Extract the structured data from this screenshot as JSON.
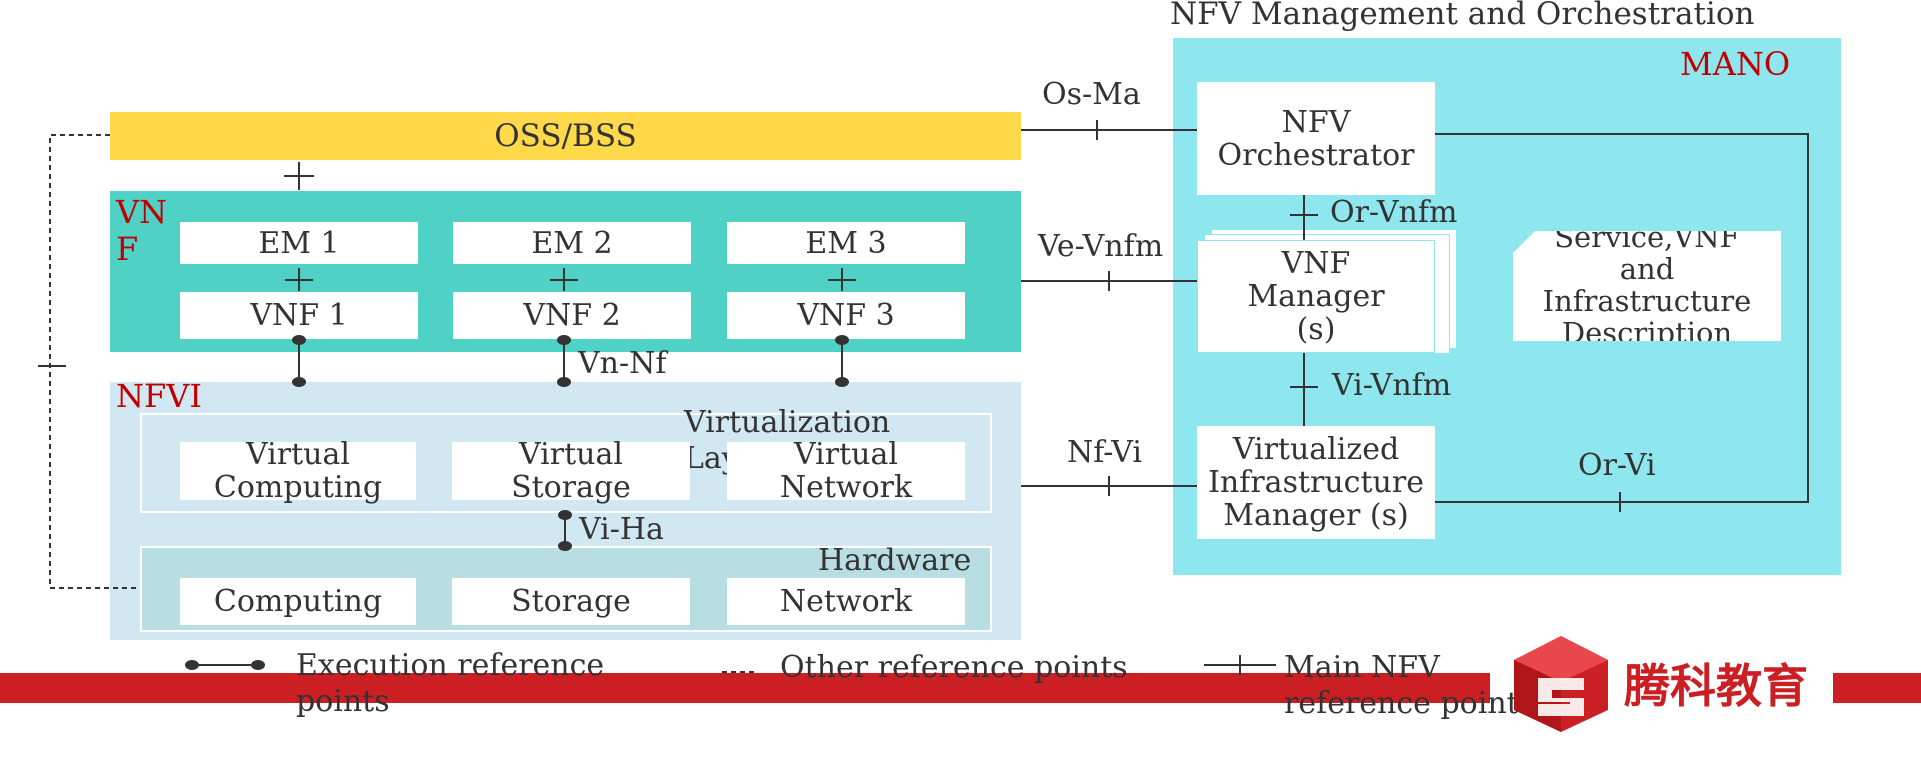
{
  "title": "NFV Management and Orchestration",
  "mano": {
    "label": "MANO",
    "nfvo": "NFV Orchestrator",
    "vnfm": "VNF Manager (s)",
    "vim": "Virtualized Infrastructure Manager (s)",
    "desc": "Service,VNF and Infrastructure Description"
  },
  "oss": {
    "label": "OSS/BSS"
  },
  "vnf": {
    "label": "VNF",
    "em": [
      "EM 1",
      "EM 2",
      "EM 3"
    ],
    "vnfs": [
      "VNF 1",
      "VNF 2",
      "VNF 3"
    ]
  },
  "nfvi": {
    "label": "NFVI",
    "virt_layer": "Virtualization Layer",
    "virtual": [
      "Virtual Computing",
      "Virtual Storage",
      "Virtual Network"
    ],
    "hardware_label": "Hardware",
    "hardware": [
      "Computing",
      "Storage",
      "Network"
    ]
  },
  "refs": {
    "os_ma": "Os-Ma",
    "ve_vnfm": "Ve-Vnfm",
    "nf_vi": "Nf-Vi",
    "or_vnfm": "Or-Vnfm",
    "vi_vnfm": "Vi-Vnfm",
    "or_vi": "Or-Vi",
    "vn_nf": "Vn-Nf",
    "vi_ha": "Vi-Ha"
  },
  "legend": {
    "execution": "Execution reference points",
    "other": "Other reference points",
    "main": "Main NFV reference points"
  },
  "brand": {
    "name": "腾科教育"
  },
  "colors": {
    "oss": "#ffd94a",
    "vnf": "#4fd1c6",
    "nfvi": "#d1e7f1",
    "hardware": "#b8dde2",
    "mano": "#8ee6ee",
    "red": "#cc1f24",
    "label_red": "#c00000"
  }
}
